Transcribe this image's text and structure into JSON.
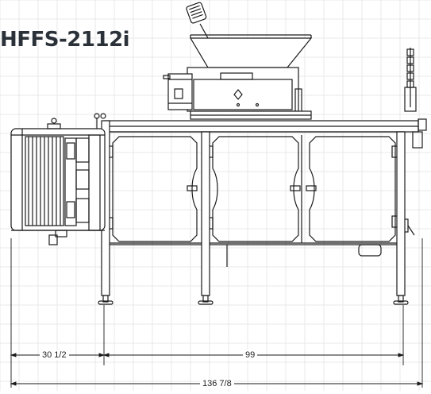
{
  "title": "HFFS-2112i",
  "dimensions": {
    "left_section": "30 1/2",
    "main_section": "99",
    "overall": "136 7/8"
  },
  "colors": {
    "line": "#1a1a1a",
    "grid": "#e6e6e6",
    "title": "#2b3138"
  }
}
